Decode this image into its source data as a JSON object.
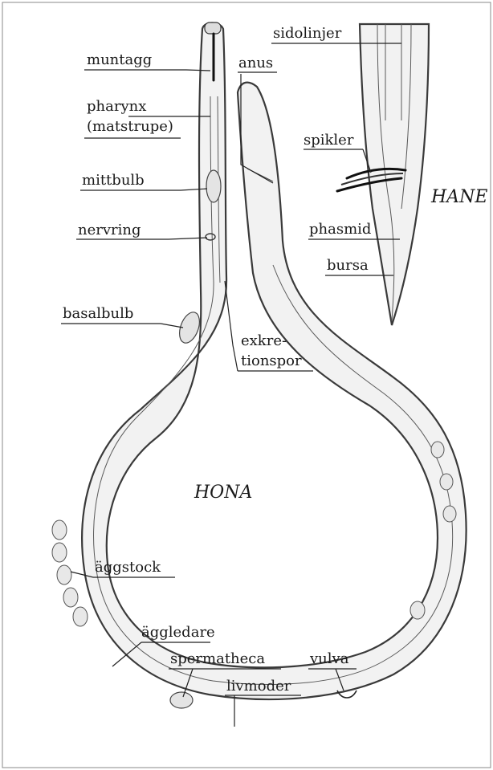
{
  "labels": {
    "muntagg": "muntagg",
    "pharynx": "pharynx",
    "matstrupe": "(matstrupe)",
    "mittbulb": "mittbulb",
    "nervring": "nervring",
    "basalbulb": "basalbulb",
    "exkre": "exkre-",
    "tionspor": "tionspor",
    "anus": "anus",
    "sidolinjer": "sidolinjer",
    "spikler": "spikler",
    "phasmid": "phasmid",
    "bursa": "bursa",
    "aggstock": "äggstock",
    "aggledare": "äggledare",
    "spermatheca": "spermatheca",
    "livmoder": "livmoder",
    "vulva": "vulva"
  },
  "titles": {
    "female": "HONA",
    "male": "HANE"
  }
}
